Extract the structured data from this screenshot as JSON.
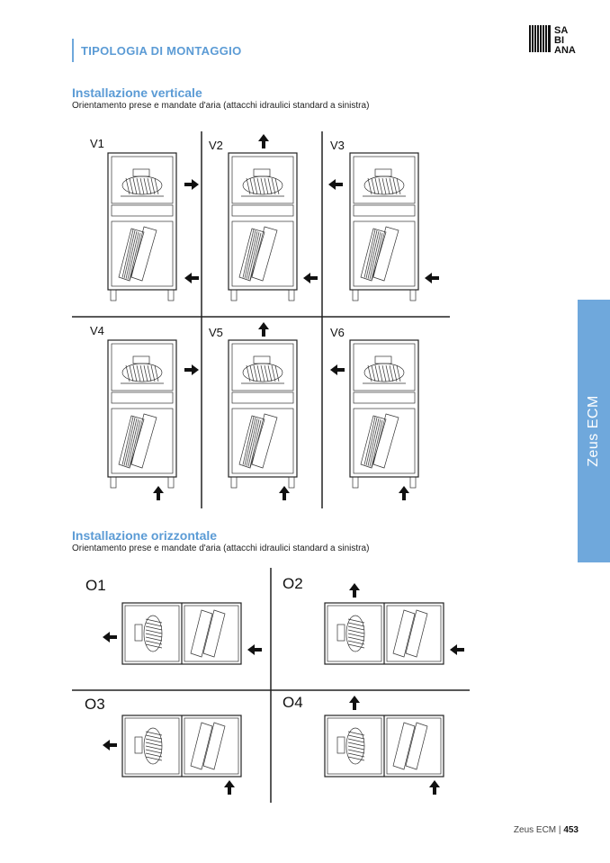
{
  "header": {
    "title": "TIPOLOGIA DI MONTAGGIO"
  },
  "logo": {
    "text": "SABIANA",
    "letters": [
      "SA",
      "BI",
      "ANA"
    ]
  },
  "side_tab": {
    "label": "Zeus ECM"
  },
  "vertical": {
    "title": "Installazione verticale",
    "subtitle": "Orientamento prese e mandate d'aria (attacchi idraulici standard a sinistra)",
    "units": [
      {
        "label": "V1"
      },
      {
        "label": "V2"
      },
      {
        "label": "V3"
      },
      {
        "label": "V4"
      },
      {
        "label": "V5"
      },
      {
        "label": "V6"
      }
    ]
  },
  "horizontal": {
    "title": "Installazione orizzontale",
    "subtitle": "Orientamento prese e mandate d'aria (attacchi idraulici standard a sinistra)",
    "units": [
      {
        "label": "O1"
      },
      {
        "label": "O2"
      },
      {
        "label": "O3"
      },
      {
        "label": "O4"
      }
    ]
  },
  "footer": {
    "product": "Zeus ECM",
    "separator": "|",
    "page": "453"
  },
  "colors": {
    "accent": "#5b9bd5",
    "tab": "#6fa8dc"
  }
}
